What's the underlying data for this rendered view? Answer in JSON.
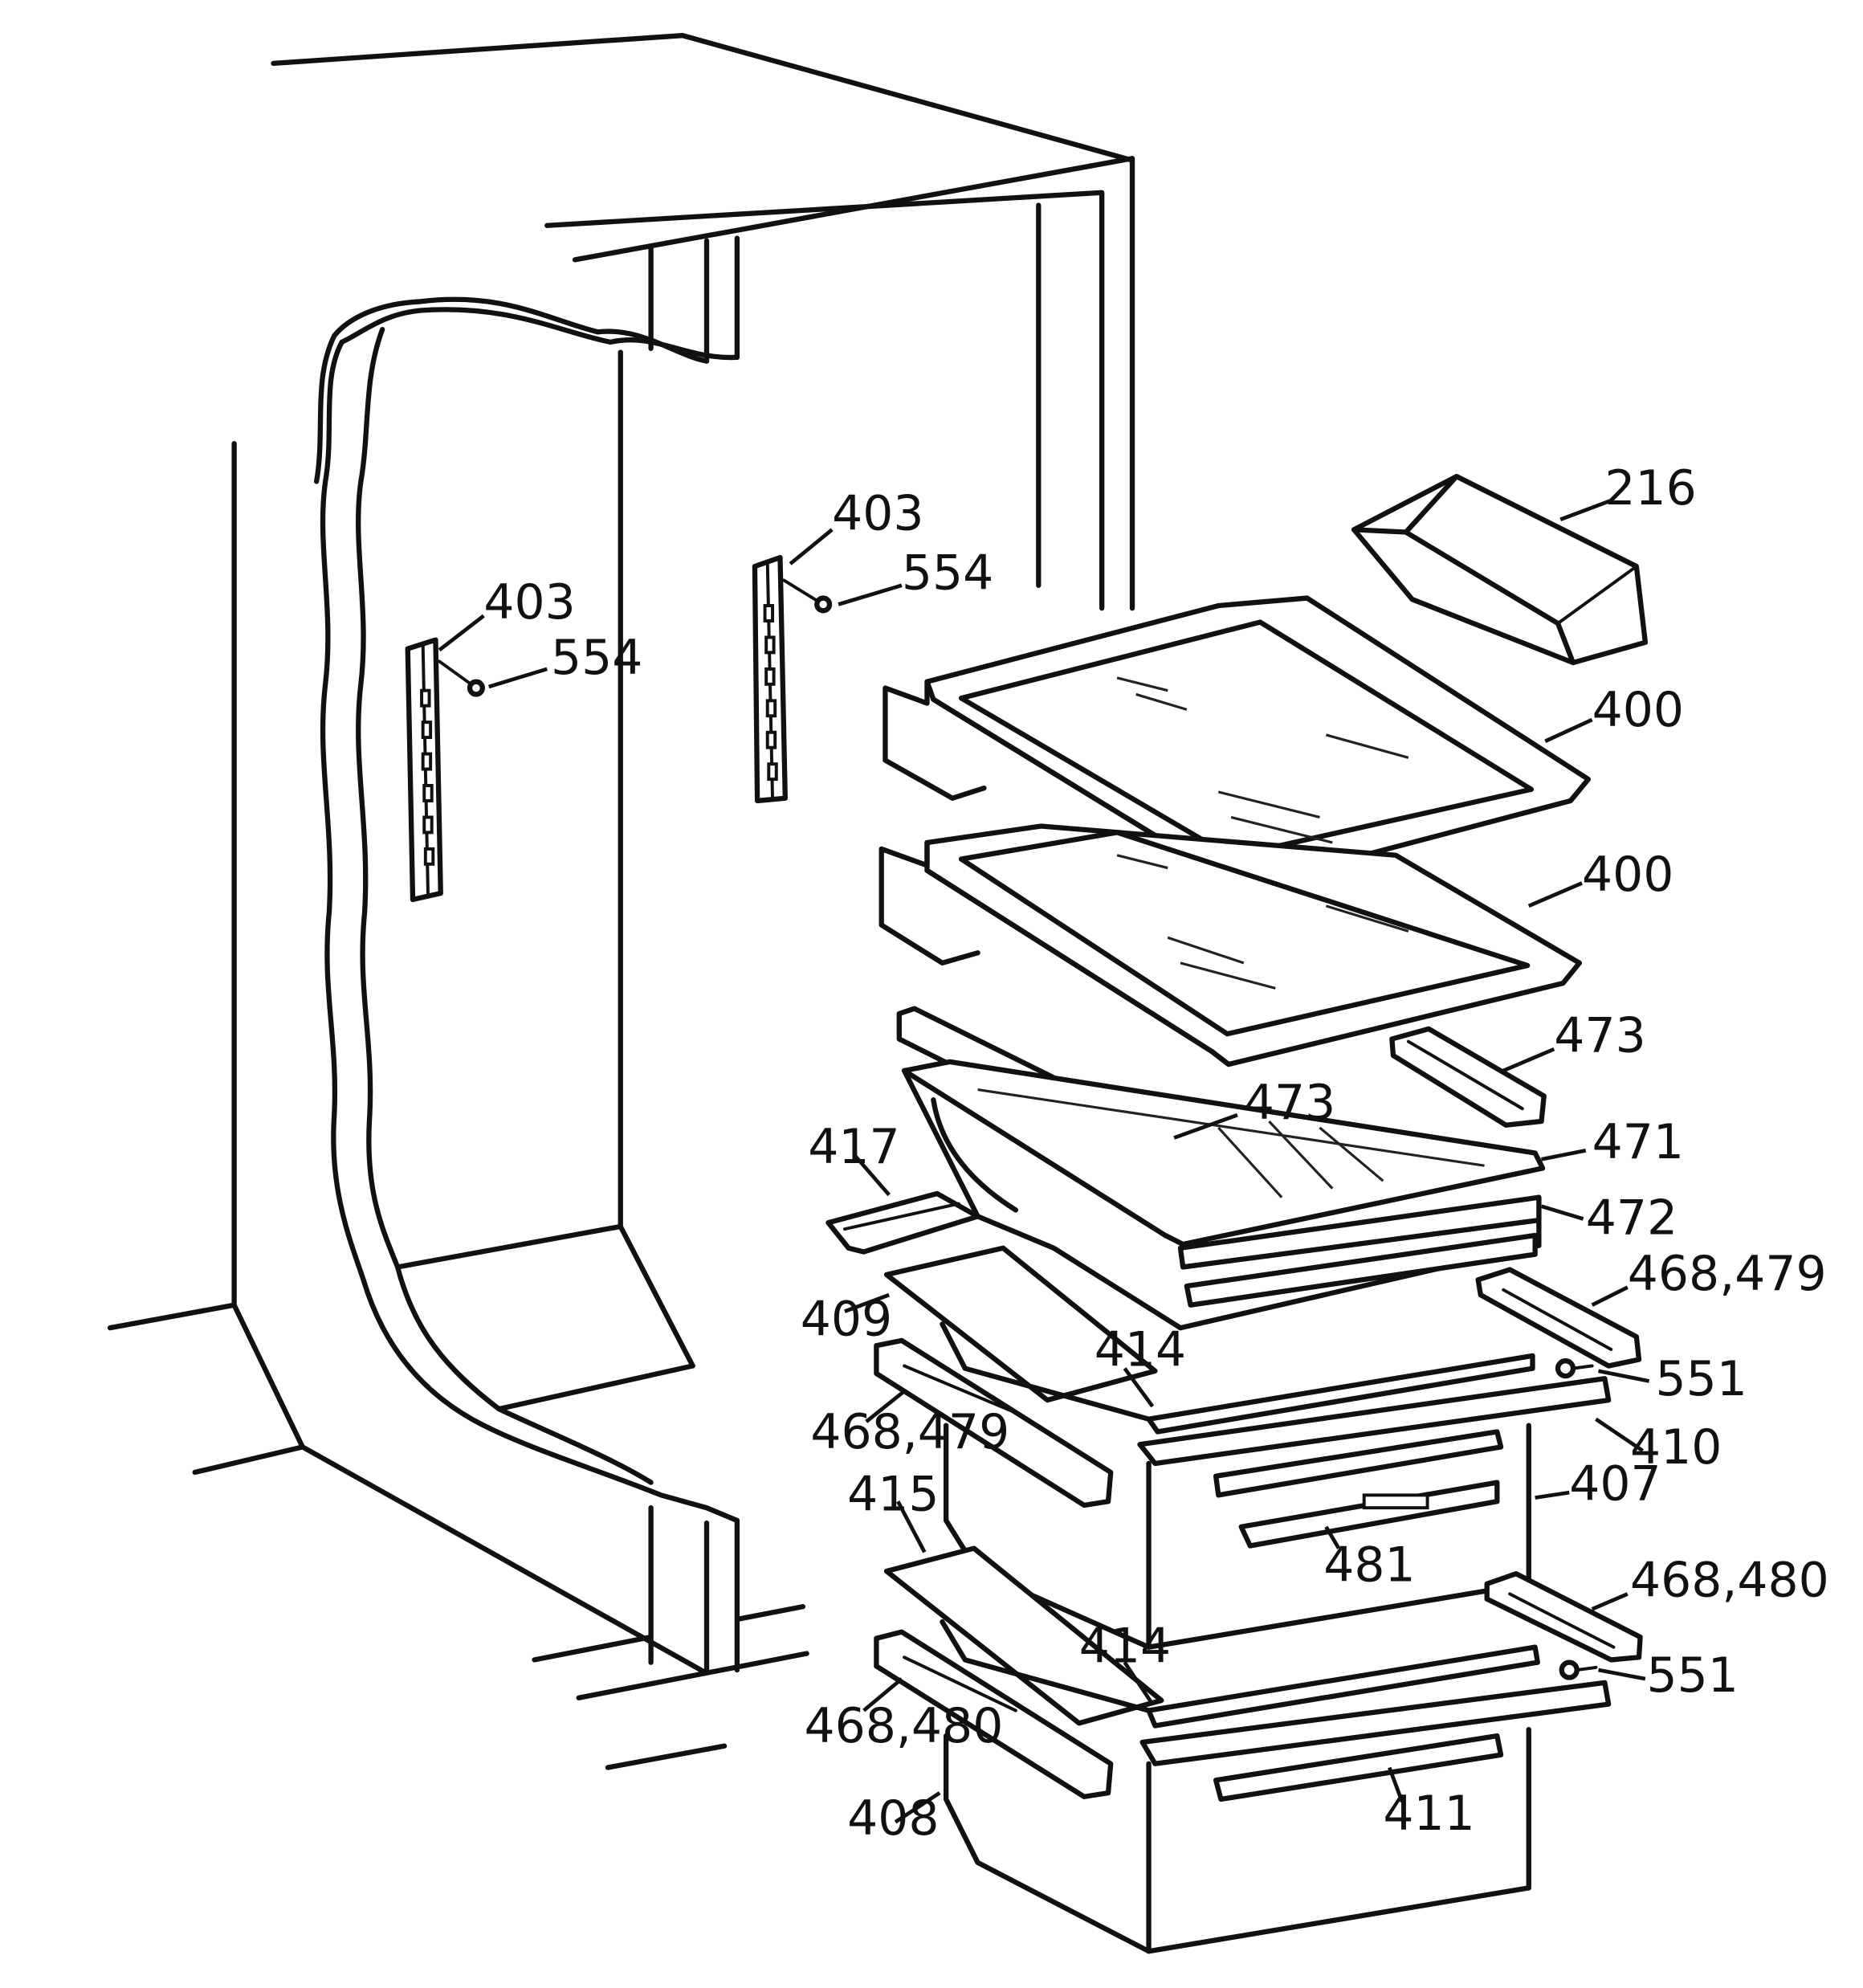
{
  "callouts": [
    {
      "id": "c216",
      "label": "216"
    },
    {
      "id": "c400a",
      "label": "400"
    },
    {
      "id": "c400b",
      "label": "400"
    },
    {
      "id": "c403a",
      "label": "403"
    },
    {
      "id": "c403b",
      "label": "403"
    },
    {
      "id": "c554a",
      "label": "554"
    },
    {
      "id": "c554b",
      "label": "554"
    },
    {
      "id": "c473a",
      "label": "473"
    },
    {
      "id": "c473b",
      "label": "473"
    },
    {
      "id": "c471",
      "label": "471"
    },
    {
      "id": "c472",
      "label": "472"
    },
    {
      "id": "c417",
      "label": "417"
    },
    {
      "id": "c409",
      "label": "409"
    },
    {
      "id": "c468479a",
      "label": "468,479"
    },
    {
      "id": "c468479b",
      "label": "468,479"
    },
    {
      "id": "c551a",
      "label": "551"
    },
    {
      "id": "c551b",
      "label": "551"
    },
    {
      "id": "c414a",
      "label": "414"
    },
    {
      "id": "c414b",
      "label": "414"
    },
    {
      "id": "c410",
      "label": "410"
    },
    {
      "id": "c407",
      "label": "407"
    },
    {
      "id": "c481",
      "label": "481"
    },
    {
      "id": "c415",
      "label": "415"
    },
    {
      "id": "c468480a",
      "label": "468,480"
    },
    {
      "id": "c468480b",
      "label": "468,480"
    },
    {
      "id": "c408",
      "label": "408"
    },
    {
      "id": "c411",
      "label": "411"
    }
  ]
}
